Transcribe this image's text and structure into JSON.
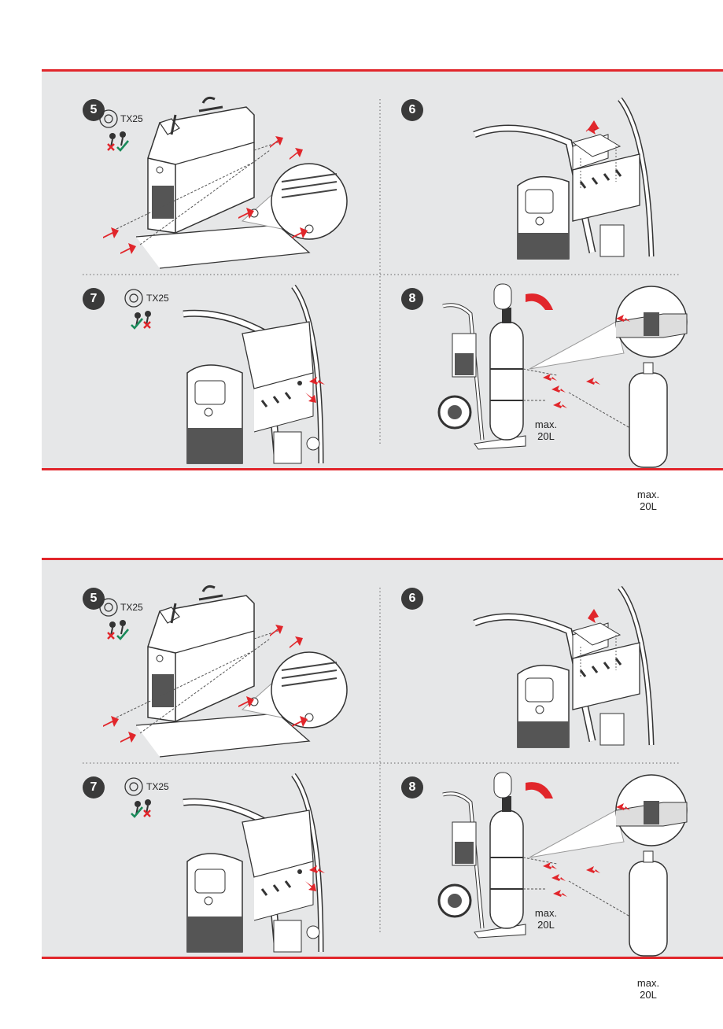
{
  "panels": [
    {
      "steps": [
        {
          "number": "5",
          "tool_label": "TX25"
        },
        {
          "number": "6"
        },
        {
          "number": "7",
          "tool_label": "TX25"
        },
        {
          "number": "8",
          "cylinder_label_1": "max.",
          "cylinder_label_2": "20L",
          "small_cylinder_label_1": "max.",
          "small_cylinder_label_2": "20L"
        }
      ]
    },
    {
      "steps": [
        {
          "number": "5",
          "tool_label": "TX25"
        },
        {
          "number": "6"
        },
        {
          "number": "7",
          "tool_label": "TX25"
        },
        {
          "number": "8",
          "cylinder_label_1": "max.",
          "cylinder_label_2": "20L",
          "small_cylinder_label_1": "max.",
          "small_cylinder_label_2": "20L"
        }
      ]
    }
  ],
  "colors": {
    "accent": "#e1262b",
    "panel_bg": "#e6e7e8",
    "check": "#1a8a5a"
  },
  "icons": [
    "torx-bit-icon",
    "screw-icon",
    "cross-icon",
    "check-icon",
    "numbered-arrow-icon",
    "welder-illustration",
    "gas-cylinder-illustration"
  ]
}
